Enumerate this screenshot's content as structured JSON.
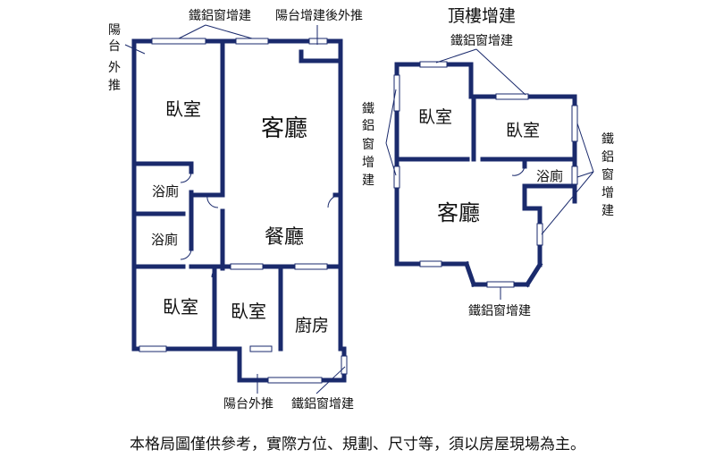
{
  "title_top_floor": "頂樓增建",
  "colors": {
    "wall": "#1a2a6c",
    "window": "#9aa6c8",
    "text": "#111111"
  },
  "left_plan": {
    "rooms": {
      "bedroom_top": "臥室",
      "living_room": "客廳",
      "bath_1": "浴廁",
      "bath_2": "浴廁",
      "dining": "餐廳",
      "bedroom_bl": "臥室",
      "bedroom_bm": "臥室",
      "kitchen": "廚房"
    },
    "annotations": {
      "aluminum_window_top": "鐵鋁窗增建",
      "balcony_push_top": "陽台增建後外推",
      "balcony_push_left": [
        "陽",
        "台",
        "外",
        "推"
      ],
      "balcony_push_bottom": "陽台外推",
      "aluminum_window_bottom": "鐵鋁窗增建"
    }
  },
  "right_plan": {
    "rooms": {
      "bedroom_l": "臥室",
      "bedroom_r": "臥室",
      "bath": "浴廁",
      "living_room": "客廳"
    },
    "annotations": {
      "aluminum_window_top": "鐵鋁窗增建",
      "aluminum_window_left": [
        "鐵",
        "鋁",
        "窗",
        "增",
        "建"
      ],
      "aluminum_window_right": [
        "鐵",
        "鋁",
        "窗",
        "增",
        "建"
      ],
      "aluminum_window_bottom": "鐵鋁窗增建"
    }
  },
  "disclaimer": "本格局圖僅供參考，實際方位、規劃、尺寸等，須以房屋現場為主。"
}
